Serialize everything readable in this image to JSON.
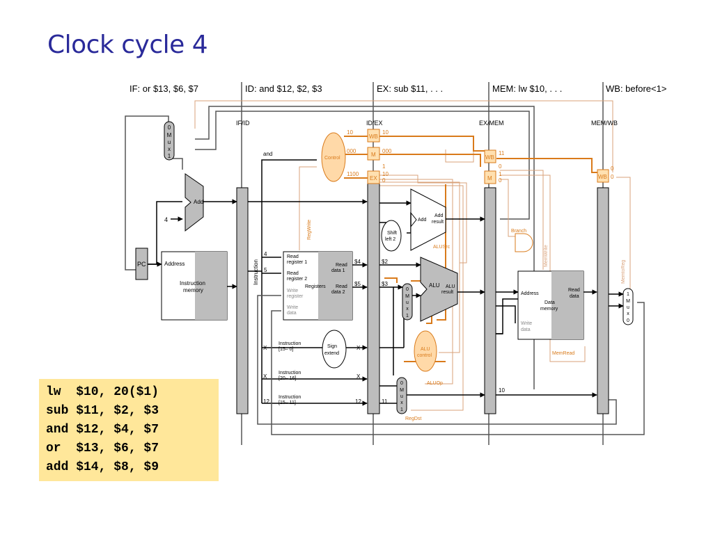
{
  "title": "Clock cycle 4",
  "stages": [
    {
      "id": "if",
      "label": "IF: or $13, $6, $7"
    },
    {
      "id": "id",
      "label": "ID: and $12, $2, $3"
    },
    {
      "id": "ex",
      "label": "EX: sub $11, . . ."
    },
    {
      "id": "mem",
      "label": "MEM: lw $10, . . ."
    },
    {
      "id": "wb",
      "label": "WB: before<1>"
    }
  ],
  "registers": {
    "ifid": "IF/ID",
    "idex": "ID/EX",
    "exmem": "EX/MEM",
    "memwb": "MEM/WB"
  },
  "blocks": {
    "pc": "PC",
    "add": "Add",
    "add_result_1": "Add",
    "add_result_2": "result",
    "add_in": "Add",
    "four": "4",
    "address": "Address",
    "imem_1": "Instruction",
    "imem_2": "memory",
    "instruction": "Instruction",
    "control": "Control",
    "shift_1": "Shift",
    "shift_2": "left 2",
    "sign_1": "Sign",
    "sign_2": "extend",
    "alu": "ALU",
    "alu_result_1": "ALU",
    "alu_result_2": "result",
    "alu_control_1": "ALU",
    "alu_control_2": "control",
    "dmem_address": "Address",
    "dmem_1": "Data",
    "dmem_2": "memory",
    "dmem_read_1": "Read",
    "dmem_read_2": "data",
    "dmem_write_1": "Write",
    "dmem_write_2": "data",
    "mux_0": "0",
    "mux_1": "1",
    "mux_m": "M",
    "mux_u": "u",
    "mux_x": "x"
  },
  "regfile": {
    "read_reg1_1": "Read",
    "read_reg1_2": "register 1",
    "read_reg2_1": "Read",
    "read_reg2_2": "register 2",
    "write_reg_1": "Write",
    "write_reg_2": "register",
    "write_data_1": "Write",
    "write_data_2": "data",
    "registers": "Registers",
    "read_data1_1": "Read",
    "read_data1_2": "data 1",
    "read_data2_1": "Read",
    "read_data2_2": "data 2"
  },
  "signals": {
    "regwrite": "RegWrite",
    "memwrite": "MemWrite",
    "memtoreg": "MemtoReg",
    "branch": "Branch",
    "alusrc": "ALUSrc",
    "aluop": "ALUOp",
    "regdst": "RegDst",
    "memread": "MemRead",
    "wb": "WB",
    "m": "M",
    "ex": "EX"
  },
  "values": {
    "and": "and",
    "c10": "10",
    "c000": "000",
    "c1100": "1100",
    "wb_out": "10",
    "m_out": "000",
    "ex_1": "1",
    "ex_10": "10",
    "ex_0": "0",
    "exmem_wb": "11",
    "exmem_m0": "0",
    "exmem_m1": "1",
    "exmem_m2": "0",
    "memwb_0a": "0",
    "memwb_0b": "0",
    "r4": "4",
    "r5": "5",
    "v2": "$2",
    "v4": "$4",
    "v3": "$3",
    "v5": "$5",
    "x": "X",
    "twelve": "12",
    "eleven": "11",
    "ten": "10",
    "i15_0_1": "Instruction",
    "i15_0_2": "[15– 0]",
    "i20_16_1": "Instruction",
    "i20_16_2": "[20– 16]",
    "i15_11_1": "Instruction",
    "i15_11_2": "[15– 11]"
  },
  "code": [
    "lw  $10, 20($1)",
    "sub $11, $2, $3",
    "and $12, $4, $7",
    "or  $13, $6, $7",
    "add $14, $8, $9"
  ],
  "colors": {
    "orange": "#d97a1a",
    "pale_orange": "#d9a27a",
    "pipe_gray": "#bdbdbd",
    "title_blue": "#2a2a9a",
    "code_bg": "#ffe79a"
  }
}
